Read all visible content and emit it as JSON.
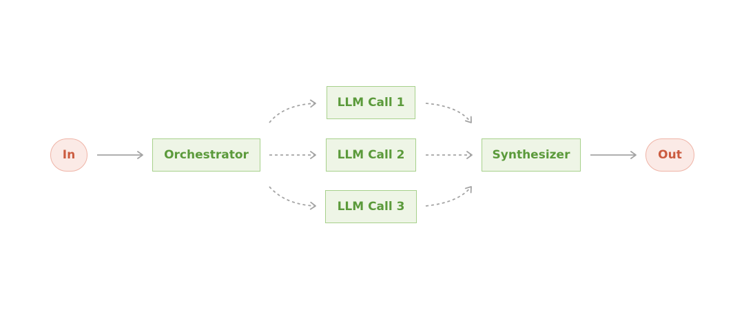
{
  "diagram": {
    "nodes": {
      "input": "In",
      "orchestrator": "Orchestrator",
      "llm_call_1": "LLM Call 1",
      "llm_call_2": "LLM Call 2",
      "llm_call_3": "LLM Call 3",
      "synthesizer": "Synthesizer",
      "output": "Out"
    },
    "edges": [
      {
        "from": "input",
        "to": "orchestrator",
        "style": "solid"
      },
      {
        "from": "orchestrator",
        "to": "llm_call_1",
        "style": "dashed"
      },
      {
        "from": "orchestrator",
        "to": "llm_call_2",
        "style": "dashed"
      },
      {
        "from": "orchestrator",
        "to": "llm_call_3",
        "style": "dashed"
      },
      {
        "from": "llm_call_1",
        "to": "synthesizer",
        "style": "dashed"
      },
      {
        "from": "llm_call_2",
        "to": "synthesizer",
        "style": "dashed"
      },
      {
        "from": "llm_call_3",
        "to": "synthesizer",
        "style": "dashed"
      },
      {
        "from": "synthesizer",
        "to": "output",
        "style": "solid"
      }
    ],
    "colors": {
      "box_fill": "#eef5e6",
      "box_border": "#a6d08a",
      "box_text": "#5b9a3b",
      "terminal_fill": "#fbeae6",
      "terminal_border": "#efb3a6",
      "terminal_text": "#cb5b3f",
      "arrow": "#a3a3a3"
    }
  }
}
